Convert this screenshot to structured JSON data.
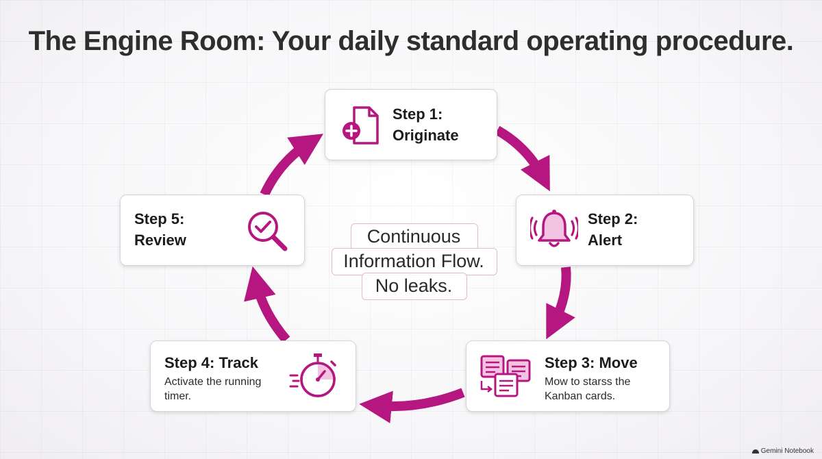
{
  "title": "The Engine Room: Your daily standard operating procedure.",
  "center": {
    "line1": "Continuous",
    "line2": "Information Flow.",
    "line3": "No leaks."
  },
  "steps": [
    {
      "title_line1": "Step 1:",
      "title_line2": "Originate",
      "icon": "document-add-icon"
    },
    {
      "title_line1": "Step 2:",
      "title_line2": "Alert",
      "icon": "bell-alert-icon"
    },
    {
      "title": "Step 3: Move",
      "desc_line1": "Mow to starss the",
      "desc_line2": "Kanban cards.",
      "icon": "kanban-cards-icon"
    },
    {
      "title": "Step 4: Track",
      "desc_line1": "Activate the running",
      "desc_line2": "timer.",
      "icon": "stopwatch-icon"
    },
    {
      "title_line1": "Step 5:",
      "title_line2": "Review",
      "icon": "magnifier-check-icon"
    }
  ],
  "footer": {
    "label": "Gemini Notebook"
  },
  "colors": {
    "accent": "#b5167f",
    "icon_fill": "#f3c3e2",
    "text": "#1c1c1c"
  }
}
